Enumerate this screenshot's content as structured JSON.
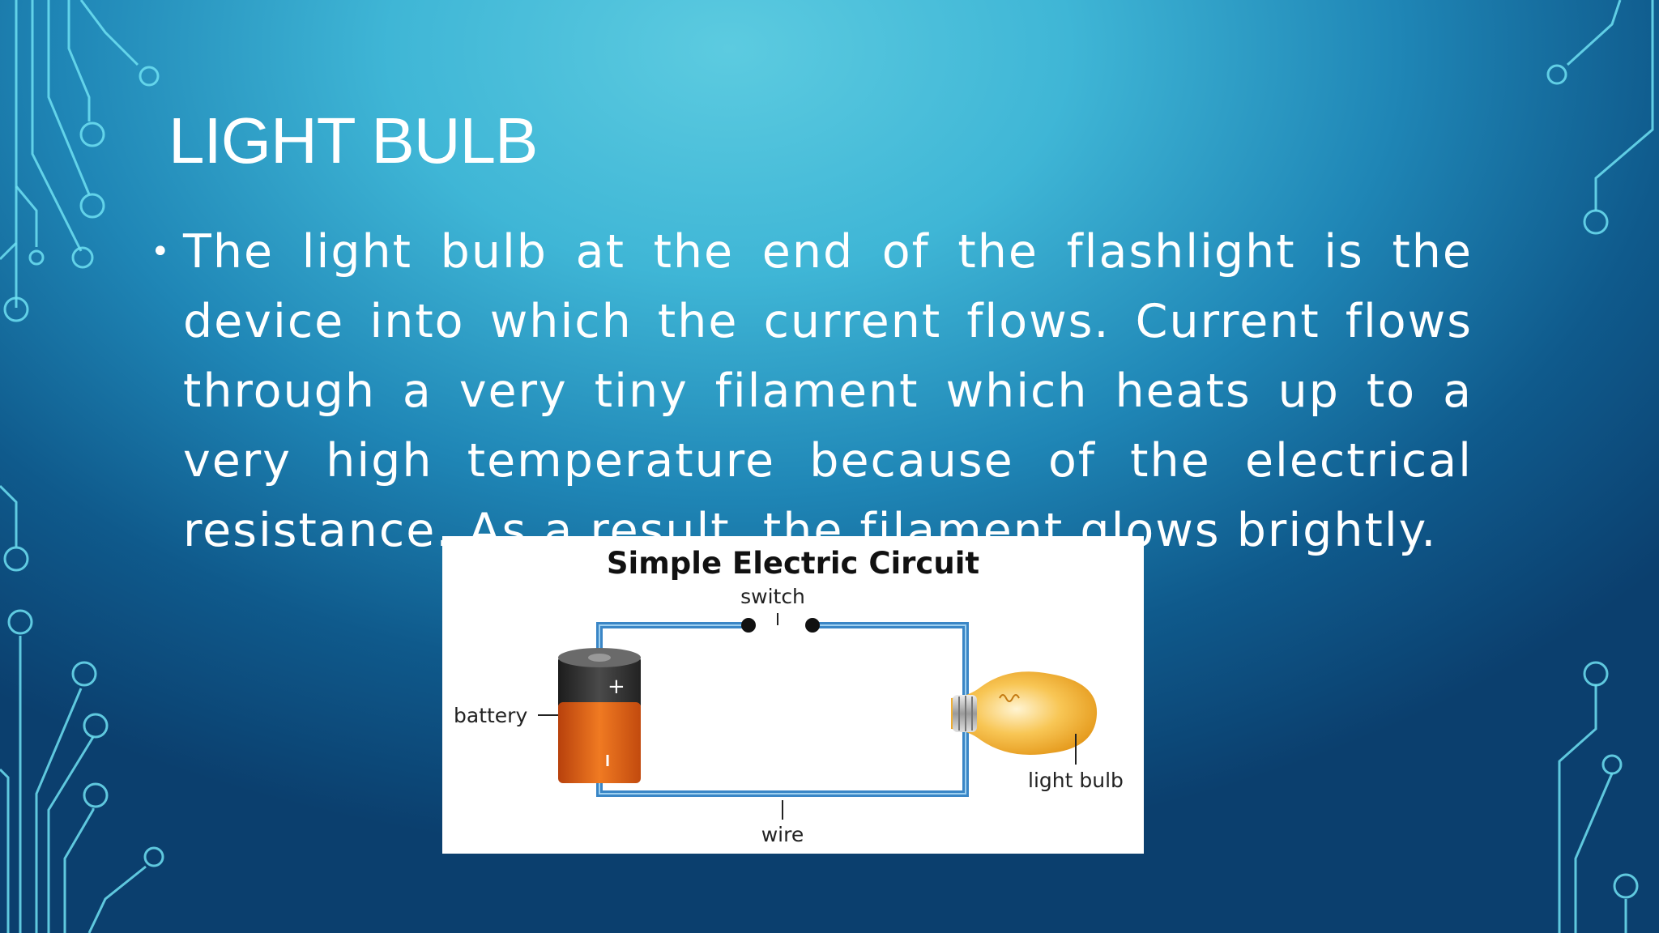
{
  "slide": {
    "title": "LIGHT BULB",
    "bullet": "The light bulb at the end of the flashlight is the device into which the current flows. Current flows through a very tiny filament which heats up to a very high temperature because of the electrical resistance. As a result, the filament glows brightly."
  },
  "figure": {
    "title": "Simple Electric Circuit",
    "labels": {
      "switch": "switch",
      "battery": "battery",
      "light_bulb": "light bulb",
      "wire": "wire",
      "plus": "+"
    }
  },
  "colors": {
    "circuit_line": "#6fe0f2",
    "wire": "#3a86c6",
    "battery_top": "#333333",
    "battery_body": "#e8661a",
    "bulb": "#f5b73a"
  }
}
